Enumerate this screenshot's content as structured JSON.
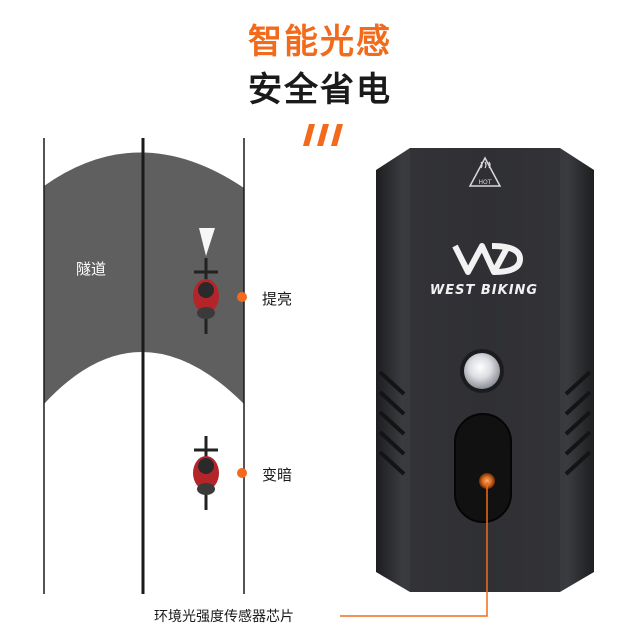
{
  "headline": {
    "line1": "智能光感",
    "line2": "安全省电"
  },
  "scene": {
    "tunnel_label": "隧道",
    "brighten_label": "提亮",
    "dim_label": "变暗",
    "sensor_label": "环境光强度传感器芯片"
  },
  "device": {
    "brand_text": "WEST BIKING",
    "hot_warning_text": "HOT"
  },
  "colors": {
    "accent": "#f26b1d",
    "text_dark": "#1a1a1a",
    "tunnel_gray": "#5f5f5f",
    "device_body": "#2e2f32"
  }
}
